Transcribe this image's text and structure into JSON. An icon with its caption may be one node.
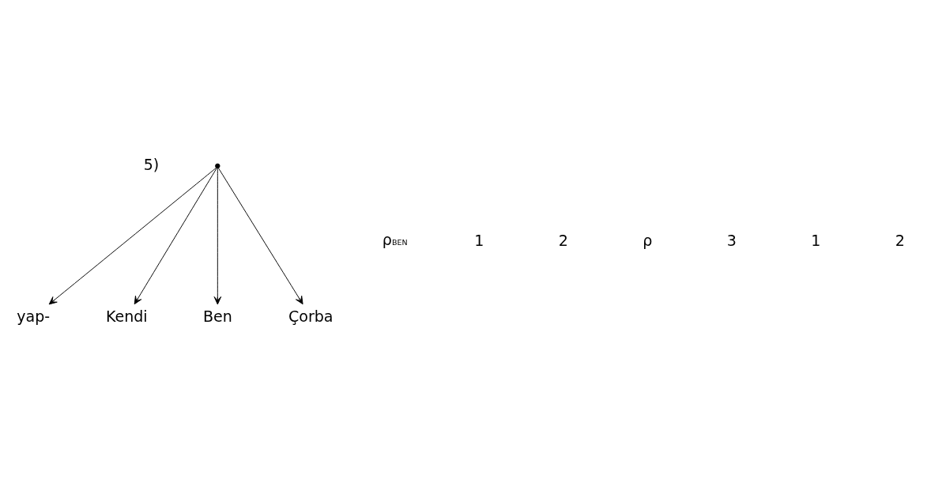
{
  "diagram": {
    "nodes": [
      {
        "text": [],
        "shape": "point"
      },
      {
        "text": [
          "yap-"
        ]
      },
      {
        "text": [
          "Kendi"
        ]
      },
      {
        "text": [
          "Ben"
        ]
      },
      {
        "text": [
          "Çorba"
        ]
      }
    ],
    "edges": [
      {
        "from": 0,
        "to": 1,
        "arrow": "to"
      },
      {
        "from": 0,
        "to": 2,
        "arrow": "to"
      },
      {
        "from": 0,
        "to": 3,
        "arrow": "to"
      },
      {
        "from": 0,
        "to": 4,
        "arrow": "to"
      }
    ],
    "labels": [
      "5)",
      "ρ$_{BEN}$",
      "1",
      "2",
      "ρ",
      "3",
      "1",
      "2"
    ]
  }
}
